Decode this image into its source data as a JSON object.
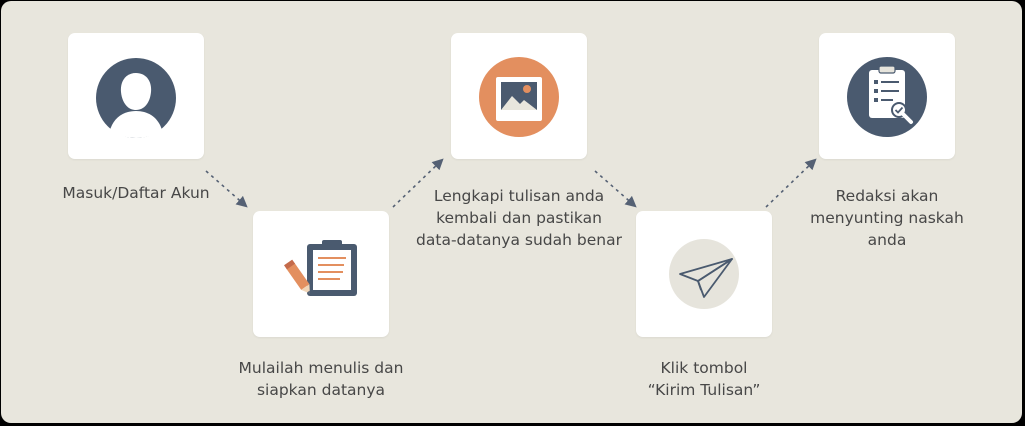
{
  "steps": [
    {
      "label": "Masuk/Daftar Akun",
      "icon": "user-avatar-icon"
    },
    {
      "label": "Mulailah menulis dan\nsiapkan datanya",
      "icon": "clipboard-pencil-icon"
    },
    {
      "label": "Lengkapi tulisan anda\nkembali dan pastikan\ndata-datanya sudah benar",
      "icon": "image-picture-icon"
    },
    {
      "label": "Klik tombol\n“Kirim Tulisan”",
      "icon": "paper-plane-icon"
    },
    {
      "label": "Redaksi akan\nmenyunting naskah\nanda",
      "icon": "checklist-review-icon"
    }
  ],
  "colors": {
    "background": "#e8e6dd",
    "card": "#ffffff",
    "dark_icon": "#4a5a6f",
    "orange_icon": "#e38f5f",
    "light_circle": "#e6e4dc",
    "connector": "#556174",
    "text": "#474747"
  }
}
